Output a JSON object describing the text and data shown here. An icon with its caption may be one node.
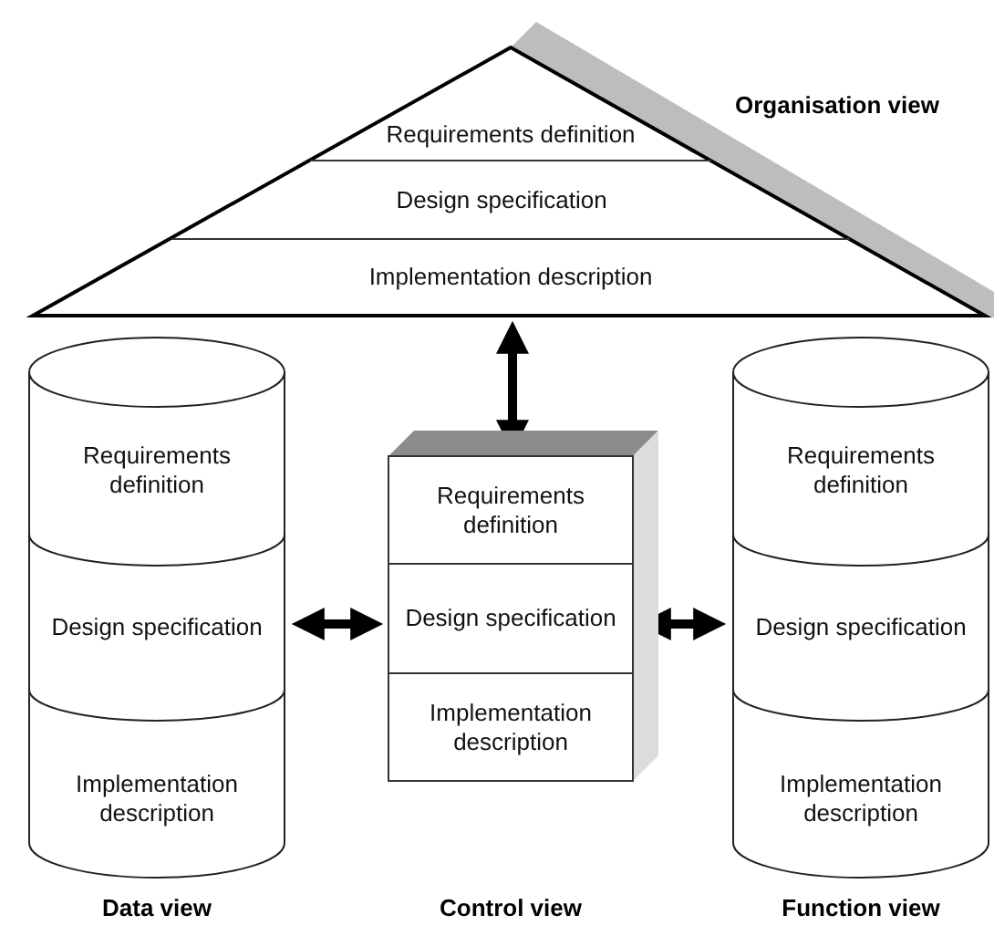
{
  "diagram": {
    "nodes": [
      {
        "text": [
          "Organisation view"
        ]
      },
      {
        "text": [
          "Requirements definition"
        ],
        "in": 0
      },
      {
        "text": [
          "Design specification"
        ],
        "in": 0
      },
      {
        "text": [
          "Implementation description"
        ],
        "in": 0
      },
      {
        "text": [
          "Data view"
        ]
      },
      {
        "text": [
          "Requirements definition"
        ],
        "in": 4
      },
      {
        "text": [
          "Design specification"
        ],
        "in": 4
      },
      {
        "text": [
          "Implementation description"
        ],
        "in": 4
      },
      {
        "text": [
          "Control view"
        ]
      },
      {
        "text": [
          "Requirements definition"
        ],
        "in": 8
      },
      {
        "text": [
          "Design specification"
        ],
        "in": 8
      },
      {
        "text": [
          "Implementation description"
        ],
        "in": 8
      },
      {
        "text": [
          "Function view"
        ]
      },
      {
        "text": [
          "Requirements definition"
        ],
        "in": 12
      },
      {
        "text": [
          "Design specification"
        ],
        "in": 12
      },
      {
        "text": [
          "Implementation description"
        ],
        "in": 12
      }
    ],
    "edges": [
      {
        "from": 0,
        "to": 8,
        "arrow": "both"
      },
      {
        "from": 4,
        "to": 8,
        "arrow": "both"
      },
      {
        "from": 8,
        "to": 12,
        "arrow": "both"
      }
    ]
  }
}
